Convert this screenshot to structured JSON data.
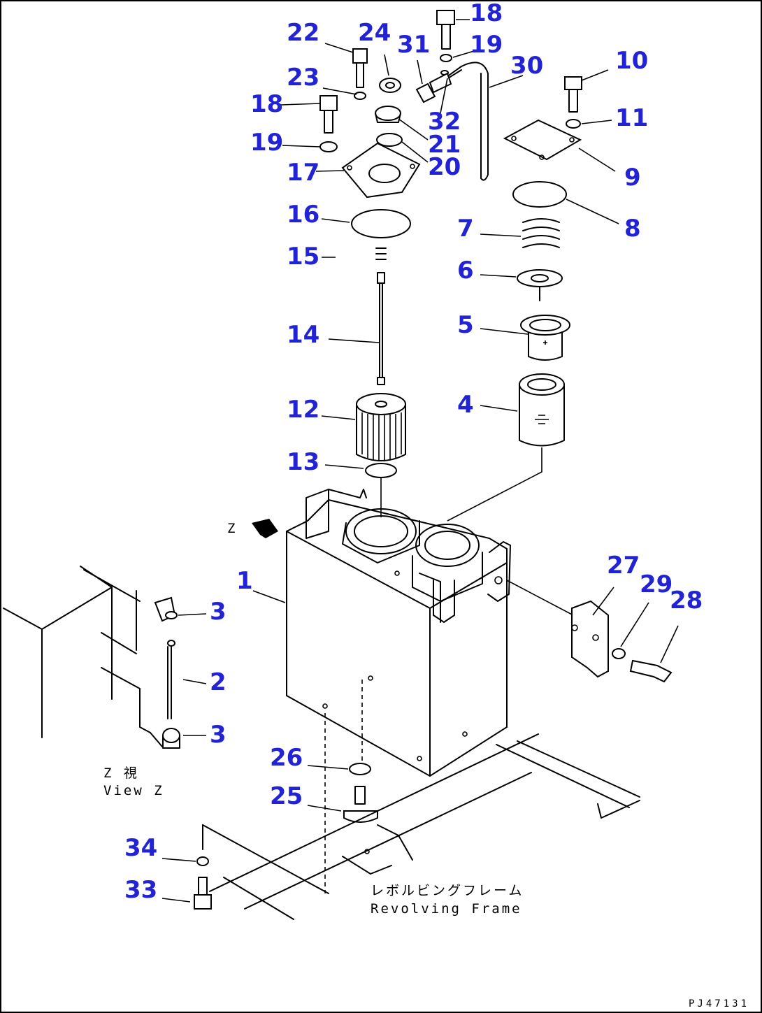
{
  "diagram": {
    "callouts": [
      "22",
      "24",
      "31",
      "18",
      "19",
      "30",
      "10",
      "23",
      "18",
      "19",
      "17",
      "16",
      "15",
      "14",
      "12",
      "13",
      "32",
      "21",
      "20",
      "11",
      "9",
      "8",
      "7",
      "6",
      "5",
      "4",
      "1",
      "3",
      "2",
      "3",
      "27",
      "29",
      "28",
      "26",
      "25",
      "34",
      "33"
    ],
    "view_marker": "Z",
    "view_caption_jp": "Z 視",
    "view_caption_en": "View Z",
    "frame_caption_jp": "レボルビングフレーム",
    "frame_caption_en": "Revolving Frame",
    "drawing_code": "PJ47131"
  }
}
